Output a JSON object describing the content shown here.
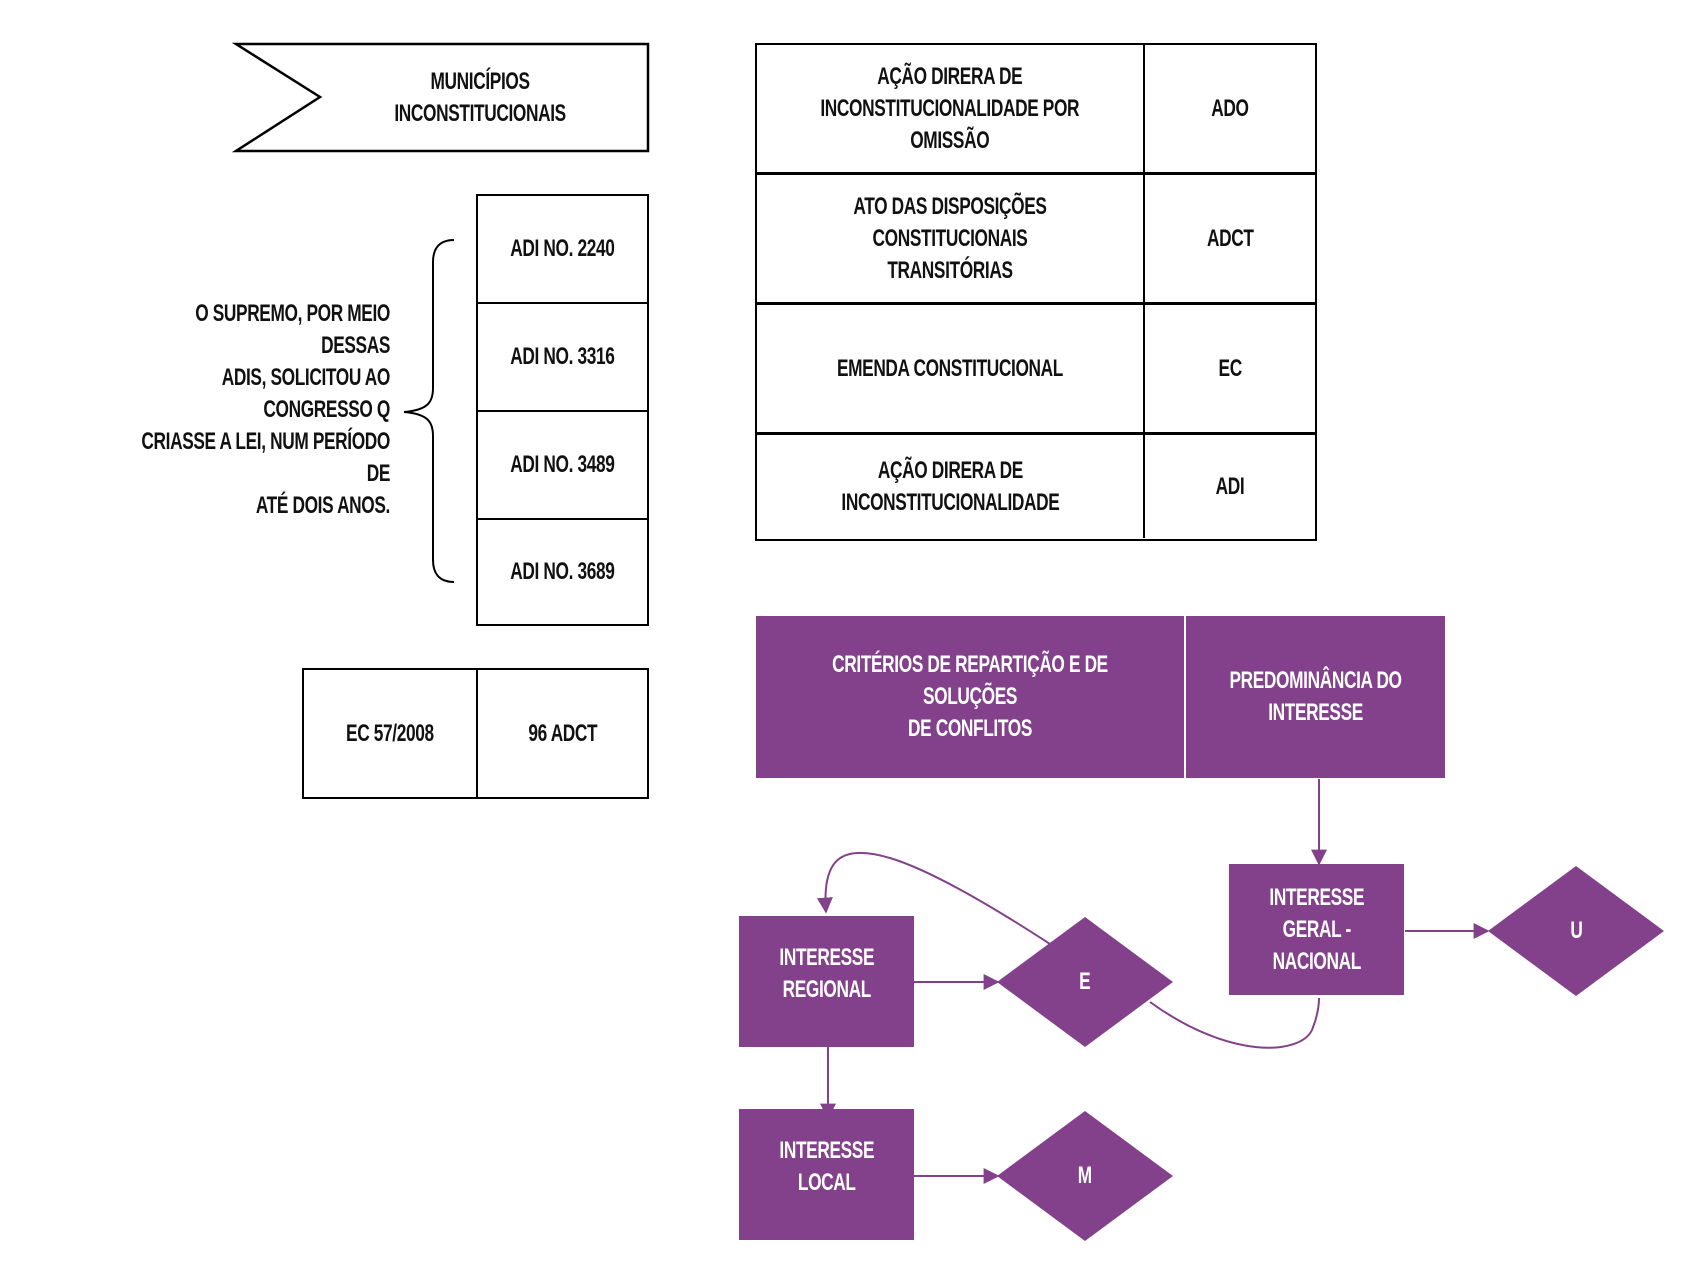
{
  "banner": {
    "text": "MUNICÍPIOS\nINCONSTITUCIONAIS"
  },
  "note": {
    "text": "O SUPREMO, POR MEIO DESSAS\nADIS, SOLICITOU AO CONGRESSO Q\nCRIASSE A LEI, NUM PERÍODO DE\nATÉ DOIS ANOS."
  },
  "adi_list": [
    {
      "label": "ADI NO. 2240"
    },
    {
      "label": "ADI NO. 3316"
    },
    {
      "label": "ADI NO. 3489"
    },
    {
      "label": "ADI NO. 3689"
    }
  ],
  "ec_box": {
    "left": "EC 57/2008",
    "right": "96 ADCT"
  },
  "glossary": [
    {
      "term": "AÇÃO DIRERA DE\nINCONSTITUCIONALIDADE POR\nOMISSÃO",
      "abbr": "ADO"
    },
    {
      "term": "ATO DAS DISPOSIÇÕES\nCONSTITUCIONAIS TRANSITÓRIAS",
      "abbr": "ADCT"
    },
    {
      "term": "EMENDA CONSTITUCIONAL",
      "abbr": "EC"
    },
    {
      "term": "AÇÃO DIRERA DE\nINCONSTITUCIONALIDADE",
      "abbr": "ADI"
    }
  ],
  "flow": {
    "header_left": "CRITÉRIOS DE REPARTIÇÃO E DE SOLUÇÕES\nDE CONFLITOS",
    "header_right": "PREDOMINÂNCIA DO\nINTERESSE",
    "interesse_geral": "INTERESSE\nGERAL -\nNACIONAL",
    "interesse_regional": "INTERESSE\nREGIONAL",
    "interesse_local": "INTERESSE\nLOCAL",
    "diamond_u": "U",
    "diamond_e": "E",
    "diamond_m": "M"
  },
  "colors": {
    "accent": "#82418a",
    "line": "#000000"
  }
}
